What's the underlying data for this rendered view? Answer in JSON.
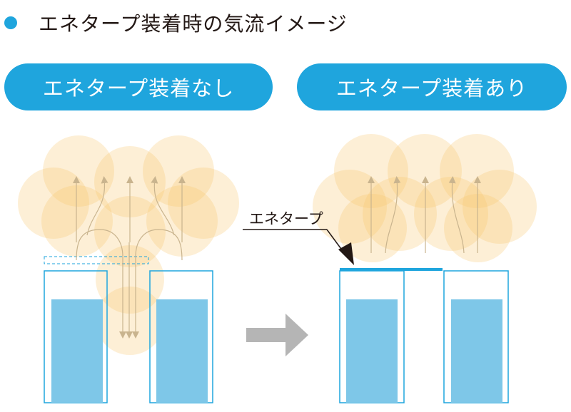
{
  "title": "エネタープ装着時の気流イメージ",
  "labels": {
    "without": "エネタープ装着なし",
    "with": "エネタープ装着あり",
    "callout": "エネタープ"
  },
  "colors": {
    "accent": "#1fa5dd",
    "airflow": "#f7c46d",
    "arrow": "#c9b48e",
    "liquid": "#7ec7e8",
    "outline": "#1fa5dd",
    "transition_arrow": "#b5b5b5"
  },
  "icons": [
    "bullet-dot",
    "right-arrow-icon"
  ]
}
